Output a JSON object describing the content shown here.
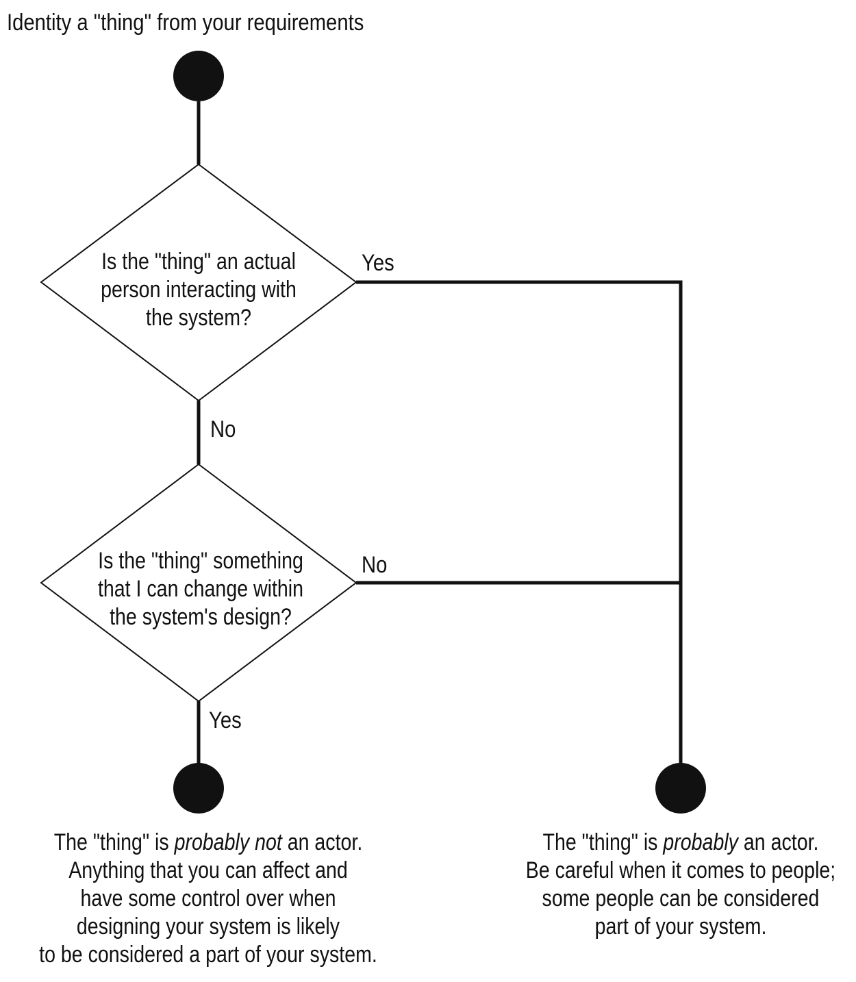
{
  "title": "Identity a \"thing\" from your requirements",
  "decisions": [
    {
      "question_lines": [
        "Is the \"thing\" an actual",
        "person interacting with",
        "the system?"
      ],
      "yes_label": "Yes",
      "no_label": "No"
    },
    {
      "question_lines": [
        "Is the \"thing\" something",
        "that I can change within",
        "the system's design?"
      ],
      "yes_label": "Yes",
      "no_label": "No"
    }
  ],
  "outcomes": {
    "not_actor": {
      "first_line_before": "The \"thing\" is ",
      "first_line_emphasis": "probably not",
      "first_line_after": " an actor.",
      "lines": [
        "Anything that you can affect and",
        "have some control over when",
        "designing your system is likely",
        "to be considered a part of your system."
      ]
    },
    "actor": {
      "first_line_before": "The \"thing\" is ",
      "first_line_emphasis": "probably",
      "first_line_after": " an actor.",
      "lines": [
        "Be careful when it comes to people;",
        "some people can be considered",
        "part of your system."
      ]
    }
  },
  "colors": {
    "stroke": "#111111",
    "fill": "#111111",
    "background": "#ffffff"
  }
}
